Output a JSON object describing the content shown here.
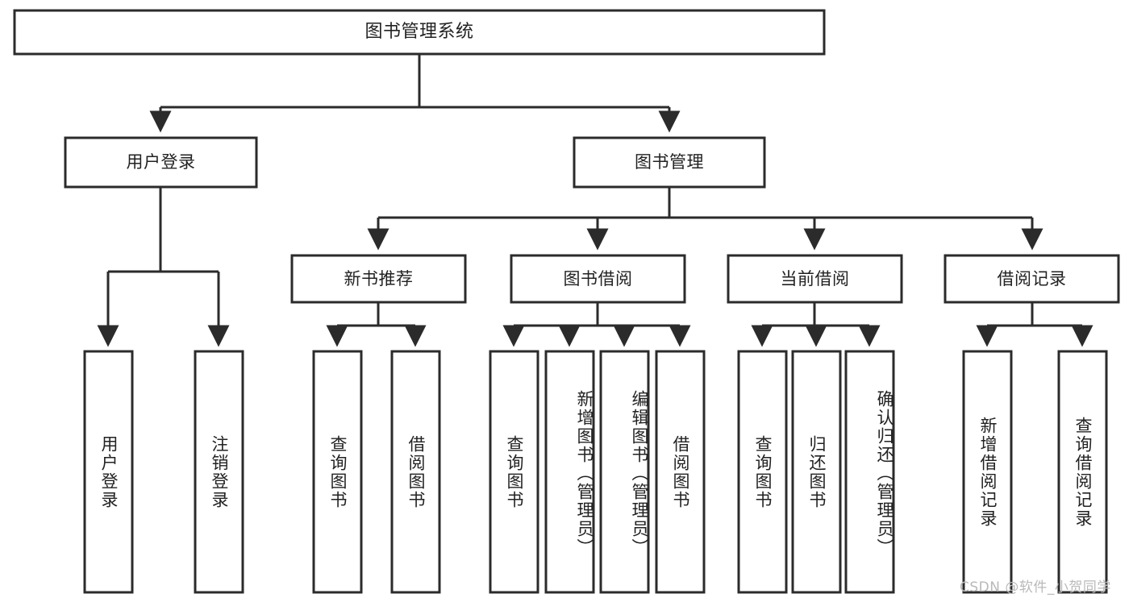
{
  "diagram": {
    "title": "图书管理系统",
    "type": "tree-hierarchy-diagram",
    "watermark": "CSDN @软件_小贺同学",
    "colors": {
      "stroke": "#2b2b2b",
      "fill": "#ffffff",
      "text": "#222222",
      "watermark": "#b9b9b9"
    },
    "levels": {
      "root": {
        "label": "图书管理系统"
      },
      "level2": [
        {
          "label": "用户登录"
        },
        {
          "label": "图书管理"
        }
      ],
      "level3": [
        {
          "label": "新书推荐"
        },
        {
          "label": "图书借阅"
        },
        {
          "label": "当前借阅"
        },
        {
          "label": "借阅记录"
        }
      ],
      "leaves": {
        "user_login": [
          {
            "label": "用户登录"
          },
          {
            "label": "注销登录"
          }
        ],
        "new_book_recommend": [
          {
            "label": "查询图书"
          },
          {
            "label": "借阅图书"
          }
        ],
        "book_borrow": [
          {
            "label": "查询图书"
          },
          {
            "label": "新增图书（管理员）"
          },
          {
            "label": "编辑图书（管理员）"
          },
          {
            "label": "借阅图书"
          }
        ],
        "current_borrow": [
          {
            "label": "查询图书"
          },
          {
            "label": "归还图书"
          },
          {
            "label": "确认归还（管理员）"
          }
        ],
        "borrow_record": [
          {
            "label": "新增借阅记录"
          },
          {
            "label": "查询借阅记录"
          }
        ]
      }
    }
  }
}
